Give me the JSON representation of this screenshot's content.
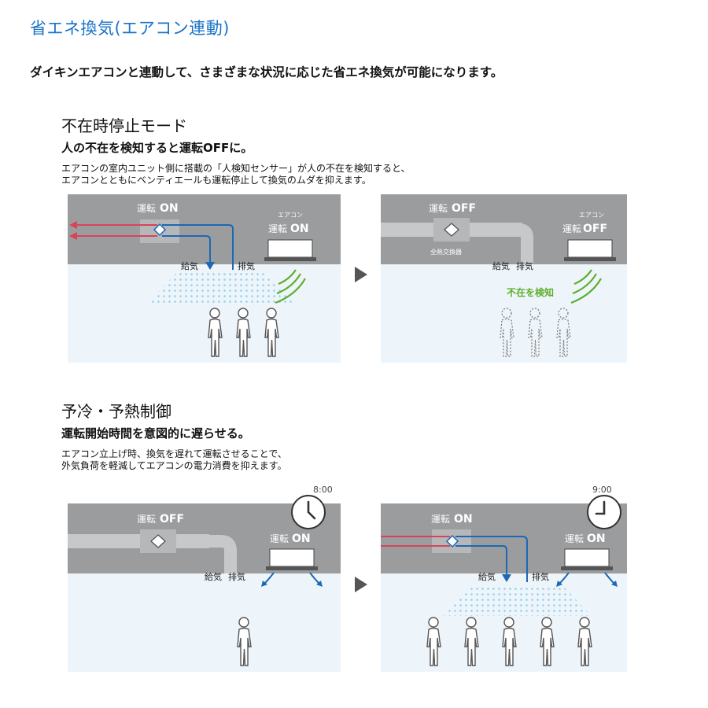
{
  "page": {
    "title": "省エネ換気(エアコン連動)",
    "intro": "ダイキンエアコンと連動して、さまざまな状況に応じた省エネ換気が可能になります。"
  },
  "sections": [
    {
      "heading": "不在時停止モード",
      "subheading": "人の不在を検知すると運転OFFに。",
      "description": [
        "エアコンの室内ユニット側に搭載の「人検知センサー」が人の不在を検知すると、",
        "エアコンとともにベンティエールも運転停止して換気のムダを抑えます。"
      ],
      "left_panel": {
        "vent_label": "運転",
        "vent_state": "ON",
        "ac_caption": "エアコン",
        "ac_label": "運転",
        "ac_state": "ON",
        "supply_label": "給気",
        "exhaust_label": "排気"
      },
      "right_panel": {
        "vent_label": "運転",
        "vent_state": "OFF",
        "exchanger_label": "全熱交換器",
        "ac_caption": "エアコン",
        "ac_label": "運転",
        "ac_state": "OFF",
        "supply_label": "給気",
        "exhaust_label": "排気",
        "detect_label": "不在を検知"
      }
    },
    {
      "heading": "予冷・予熱制御",
      "subheading": "運転開始時間を意図的に遅らせる。",
      "description": [
        "エアコン立上げ時、換気を遅れて運転させることで、",
        "外気負荷を軽減してエアコンの電力消費を抑えます。"
      ],
      "left_panel": {
        "time": "8:00",
        "vent_label": "運転",
        "vent_state": "OFF",
        "ac_label": "運転",
        "ac_state": "ON",
        "supply_label": "給気",
        "exhaust_label": "排気"
      },
      "right_panel": {
        "time": "9:00",
        "vent_label": "運転",
        "vent_state": "ON",
        "ac_label": "運転",
        "ac_state": "ON",
        "supply_label": "給気",
        "exhaust_label": "排気"
      }
    }
  ],
  "colors": {
    "title_blue": "#1a73c8",
    "ceiling_gray": "#9b9c9e",
    "room_blue": "#eef5fa",
    "supply_blue": "#1c68b5",
    "exhaust_red": "#d9435a",
    "sensor_green": "#5dae2b",
    "dot_blue": "#8fd0ef",
    "arrow_gray": "#555555"
  },
  "icons": [
    "person-icon",
    "person-outline-icon",
    "clock-icon",
    "heat-exchanger-icon",
    "air-conditioner-icon",
    "sensor-wave-icon",
    "next-arrow-icon"
  ]
}
